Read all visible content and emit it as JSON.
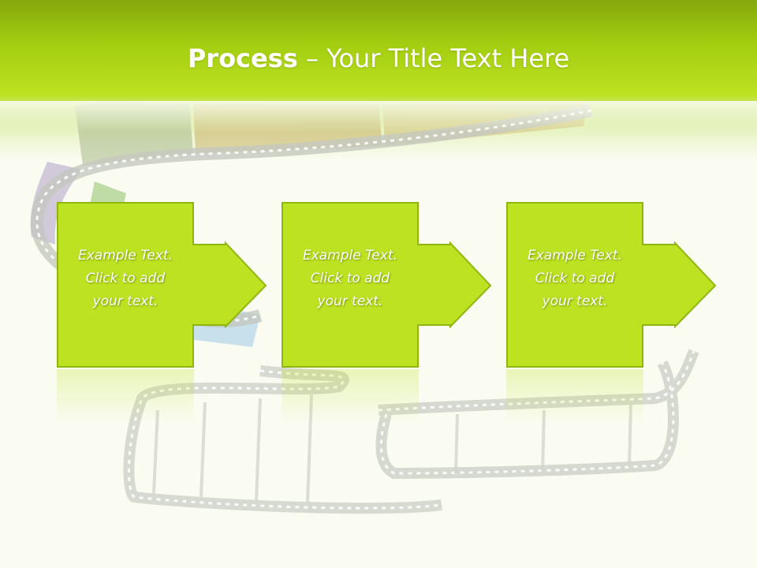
{
  "slide": {
    "title_bold": "Process",
    "title_rest": " – Your Title Text Here",
    "accent_color": "#bde222",
    "header_color": "#8fb60d",
    "steps": [
      {
        "line1": "Example Text.",
        "line2": "Click  to add",
        "line3": "your text."
      },
      {
        "line1": "Example Text.",
        "line2": "Click  to add",
        "line3": "your text."
      },
      {
        "line1": "Example Text.",
        "line2": "Click  to add",
        "line3": "your text."
      }
    ]
  }
}
